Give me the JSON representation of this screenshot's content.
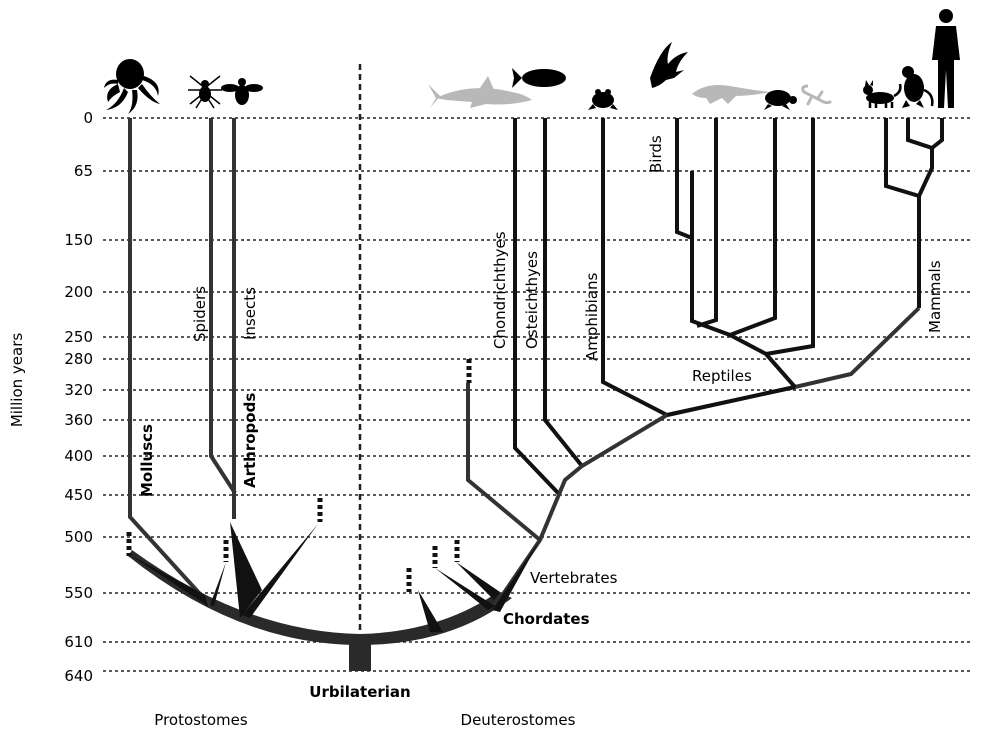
{
  "axis": {
    "title": "Million years",
    "ticks": [
      "0",
      "65",
      "150",
      "200",
      "250",
      "280",
      "320",
      "360",
      "400",
      "450",
      "500",
      "550",
      "610",
      "640"
    ]
  },
  "labels": {
    "molluscs": "Molluscs",
    "spiders": "Spiders",
    "insects": "Insects",
    "arthropods": "Arthropods",
    "chondrichthyes": "Chondrichthyes",
    "osteichthyes": "Osteichthyes",
    "amphibians": "Amphibians",
    "birds": "Birds",
    "reptiles": "Reptiles",
    "mammals": "Mammals",
    "vertebrates": "Vertebrates",
    "chordates": "Chordates",
    "urbilaterian": "Urbilaterian",
    "protostomes": "Protostomes",
    "deuterostomes": "Deuterostomes"
  },
  "silhouettes": [
    "octopus-icon",
    "spider-icon",
    "bee-icon",
    "shark-icon",
    "fish-icon",
    "frog-icon",
    "eagle-icon",
    "crocodile-icon",
    "turtle-icon",
    "lizard-icon",
    "cat-icon",
    "monkey-icon",
    "human-icon"
  ],
  "colors": {
    "branch": "#111111",
    "faded": "#b8b8b8"
  }
}
